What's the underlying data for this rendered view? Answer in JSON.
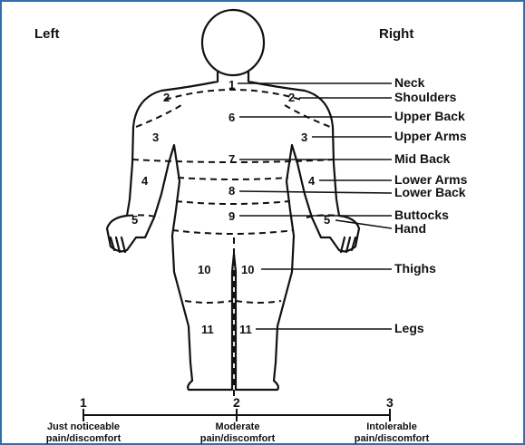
{
  "side_labels": {
    "left": "Left",
    "right": "Right"
  },
  "regions": [
    {
      "number": "1",
      "label": "Neck"
    },
    {
      "number": "2",
      "label": "Shoulders"
    },
    {
      "number": "6",
      "label": "Upper Back"
    },
    {
      "number": "3",
      "label": "Upper Arms"
    },
    {
      "number": "7",
      "label": "Mid Back"
    },
    {
      "number": "4",
      "label": "Lower Arms"
    },
    {
      "number": "8",
      "label": "Lower Back"
    },
    {
      "number": "9",
      "label": "Buttocks"
    },
    {
      "number": "5",
      "label": "Hand"
    },
    {
      "number": "10",
      "label": "Thighs"
    },
    {
      "number": "11",
      "label": "Legs"
    }
  ],
  "scale": {
    "points": [
      {
        "number": "1",
        "line1": "Just noticeable",
        "line2": "pain/discomfort"
      },
      {
        "number": "2",
        "line1": "Moderate",
        "line2": "pain/discomfort"
      },
      {
        "number": "3",
        "line1": "Intolerable",
        "line2": "pain/discomfort"
      }
    ]
  },
  "colors": {
    "frame": "#2f6db3",
    "ink": "#111111"
  }
}
